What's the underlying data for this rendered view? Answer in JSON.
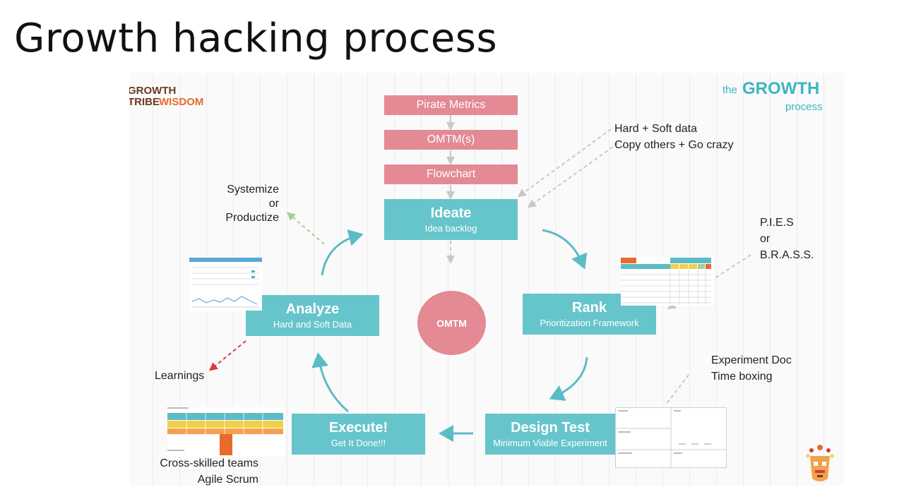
{
  "slide": {
    "title": "Growth hacking process"
  },
  "branding": {
    "tribe_growth": "GROWTH",
    "tribe_tribe": "TRIBE",
    "tribe_wisdom": "WISDOM",
    "the": "the",
    "growth": "GROWTH",
    "process": "process"
  },
  "funnel": [
    {
      "label": "Pirate Metrics"
    },
    {
      "label": "OMTM(s)"
    },
    {
      "label": "Flowchart"
    }
  ],
  "steps": {
    "ideate": {
      "title": "Ideate",
      "subtitle": "Idea backlog"
    },
    "rank": {
      "title": "Rank",
      "subtitle": "Prioritization Framework"
    },
    "design": {
      "title": "Design Test",
      "subtitle": "Minimum Viable Experiment"
    },
    "execute": {
      "title": "Execute!",
      "subtitle": "Get It Done!!!"
    },
    "analyze": {
      "title": "Analyze",
      "subtitle": "Hard and Soft Data"
    }
  },
  "center": {
    "label": "OMTM"
  },
  "notes": {
    "data_sources": [
      "Hard + Soft data",
      "Copy others + Go crazy"
    ],
    "frameworks": [
      "P.I.E.S",
      "or",
      "B.R.A.S.S."
    ],
    "experiment": [
      "Experiment Doc",
      "Time boxing"
    ],
    "teams": [
      "Cross-skilled teams",
      "Agile Scrum"
    ],
    "systemize": [
      "Systemize",
      "or",
      "Productize"
    ],
    "learnings": "Learnings"
  },
  "colors": {
    "teal": "#66c5cb",
    "pink": "#e38a95",
    "arrow_teal": "#5bbcc6",
    "arrow_green": "#a9cf94",
    "arrow_red": "#e03a3a",
    "brand_orange": "#e96a2d",
    "brand_brown": "#6b3b1f"
  }
}
